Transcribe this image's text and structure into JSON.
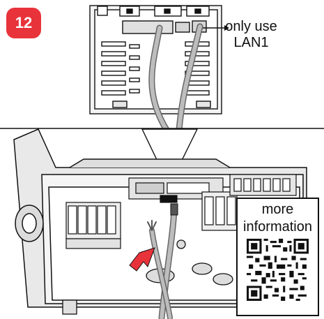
{
  "step": {
    "number": "12",
    "color": "#e8333a"
  },
  "callout": {
    "line1": "only use",
    "line2": "LAN1"
  },
  "info": {
    "line1": "more",
    "line2": "information",
    "icon": "qr-code-icon"
  },
  "colors": {
    "ink": "#111111",
    "cable": "#bdbdbd",
    "cable_edge": "#666666",
    "arrow": "#e8333a",
    "housing": "#ececec"
  }
}
